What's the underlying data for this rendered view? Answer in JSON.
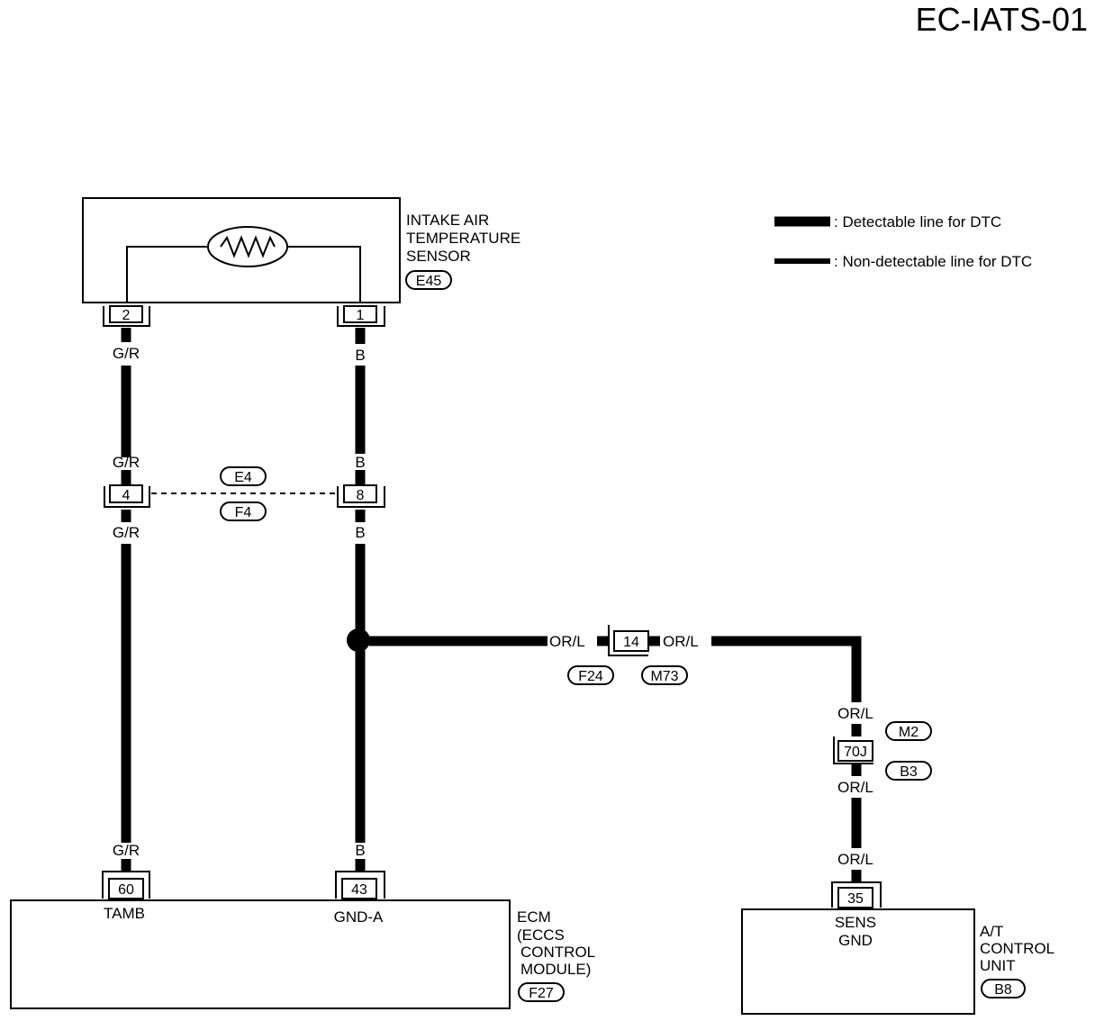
{
  "title": "EC-IATS-01",
  "legend": {
    "detectable": ": Detectable line for DTC",
    "non_detectable": ": Non-detectable line for DTC"
  },
  "sensor": {
    "name_line1": "INTAKE AIR",
    "name_line2": "TEMPERATURE",
    "name_line3": "SENSOR",
    "connector": "E45",
    "pin_left": "2",
    "pin_right": "1"
  },
  "wires": {
    "gr": "G/R",
    "b": "B",
    "orl": "OR/L"
  },
  "joint_connector": {
    "pin_left": "4",
    "pin_right": "8",
    "top_id": "E4",
    "bottom_id": "F4"
  },
  "mid_connector": {
    "pin": "14",
    "left_id": "F24",
    "right_id": "M73"
  },
  "tcu_connector": {
    "pin": "70J",
    "top_id": "M2",
    "bottom_id": "B3"
  },
  "ecm": {
    "pin_tamb": "60",
    "pin_gnd": "43",
    "label_tamb": "TAMB",
    "label_gnd": "GND-A",
    "name_line1": "ECM",
    "name_line2": "(ECCS",
    "name_line3": "CONTROL",
    "name_line4": "MODULE)",
    "connector": "F27"
  },
  "tcu": {
    "pin": "35",
    "pin_label_line1": "SENS",
    "pin_label_line2": "GND",
    "name_line1": "A/T",
    "name_line2": "CONTROL",
    "name_line3": "UNIT",
    "connector": "B8"
  }
}
